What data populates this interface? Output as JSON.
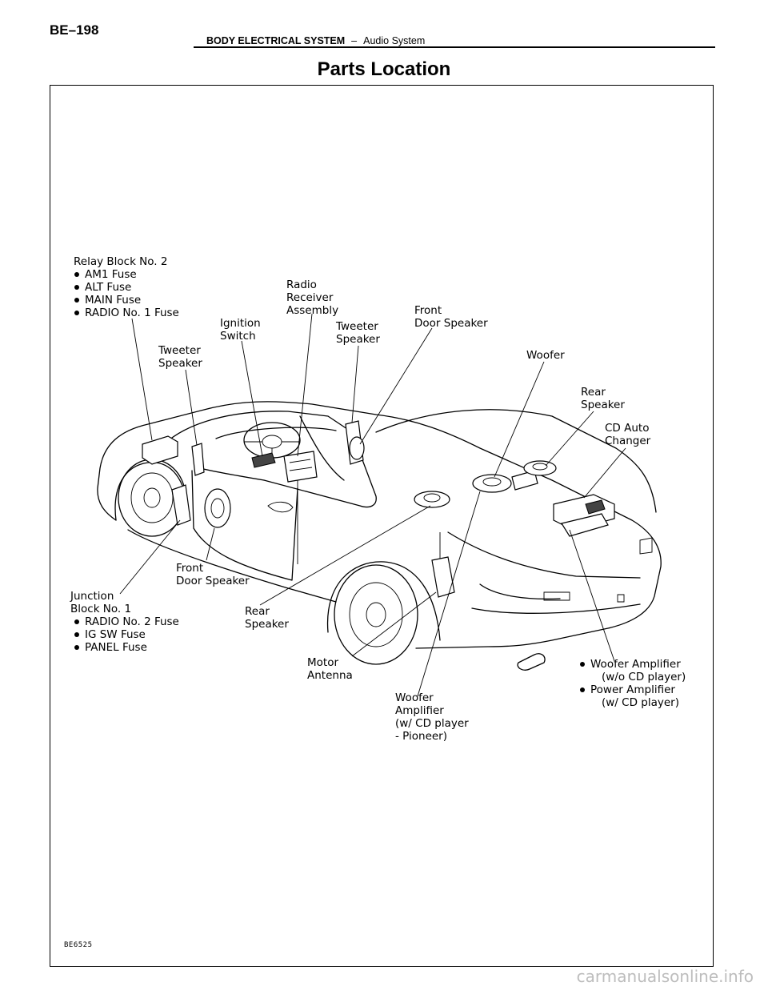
{
  "header": {
    "page_code": "BE–198",
    "section": "BODY ELECTRICAL SYSTEM",
    "separator": "–",
    "subsection": "Audio System"
  },
  "title": "Parts Location",
  "figure": {
    "code": "BE6525",
    "labels": {
      "relay_block": {
        "lines": [
          "Relay Block No. 2"
        ],
        "bullets": [
          "AM1 Fuse",
          "ALT  Fuse",
          "MAIN Fuse",
          "RADIO No. 1 Fuse"
        ]
      },
      "radio_receiver": {
        "lines": [
          "Radio",
          "Receiver",
          "Assembly"
        ]
      },
      "ignition_switch": {
        "lines": [
          "Ignition",
          "Switch"
        ]
      },
      "tweeter_left": {
        "lines": [
          "Tweeter",
          "Speaker"
        ]
      },
      "tweeter_right": {
        "lines": [
          "Tweeter",
          "Speaker"
        ]
      },
      "front_door_speaker_top": {
        "lines": [
          "Front",
          "Door Speaker"
        ]
      },
      "woofer": {
        "lines": [
          "Woofer"
        ]
      },
      "rear_speaker_top": {
        "lines": [
          "Rear",
          "Speaker"
        ]
      },
      "cd_auto_changer": {
        "lines": [
          "CD Auto",
          "Changer"
        ]
      },
      "front_door_speaker_bottom": {
        "lines": [
          "Front",
          "Door Speaker"
        ]
      },
      "junction_block": {
        "lines": [
          "Junction",
          "Block No. 1"
        ],
        "bullets": [
          "RADIO No. 2 Fuse",
          "IG SW Fuse",
          "PANEL Fuse"
        ]
      },
      "rear_speaker_bottom": {
        "lines": [
          "Rear",
          "Speaker"
        ]
      },
      "motor_antenna": {
        "lines": [
          "Motor",
          "Antenna"
        ]
      },
      "woofer_amplifier_pioneer": {
        "lines": [
          "Woofer",
          "Amplifier",
          "(w/ CD player",
          "- Pioneer)"
        ]
      },
      "amplifiers": {
        "items": [
          {
            "name": "Woofer Amplifier",
            "note": "(w/o CD player)"
          },
          {
            "name": "Power Amplifier",
            "note": "(w/ CD player)"
          }
        ]
      }
    }
  },
  "watermark": "carmanualsonline.info"
}
